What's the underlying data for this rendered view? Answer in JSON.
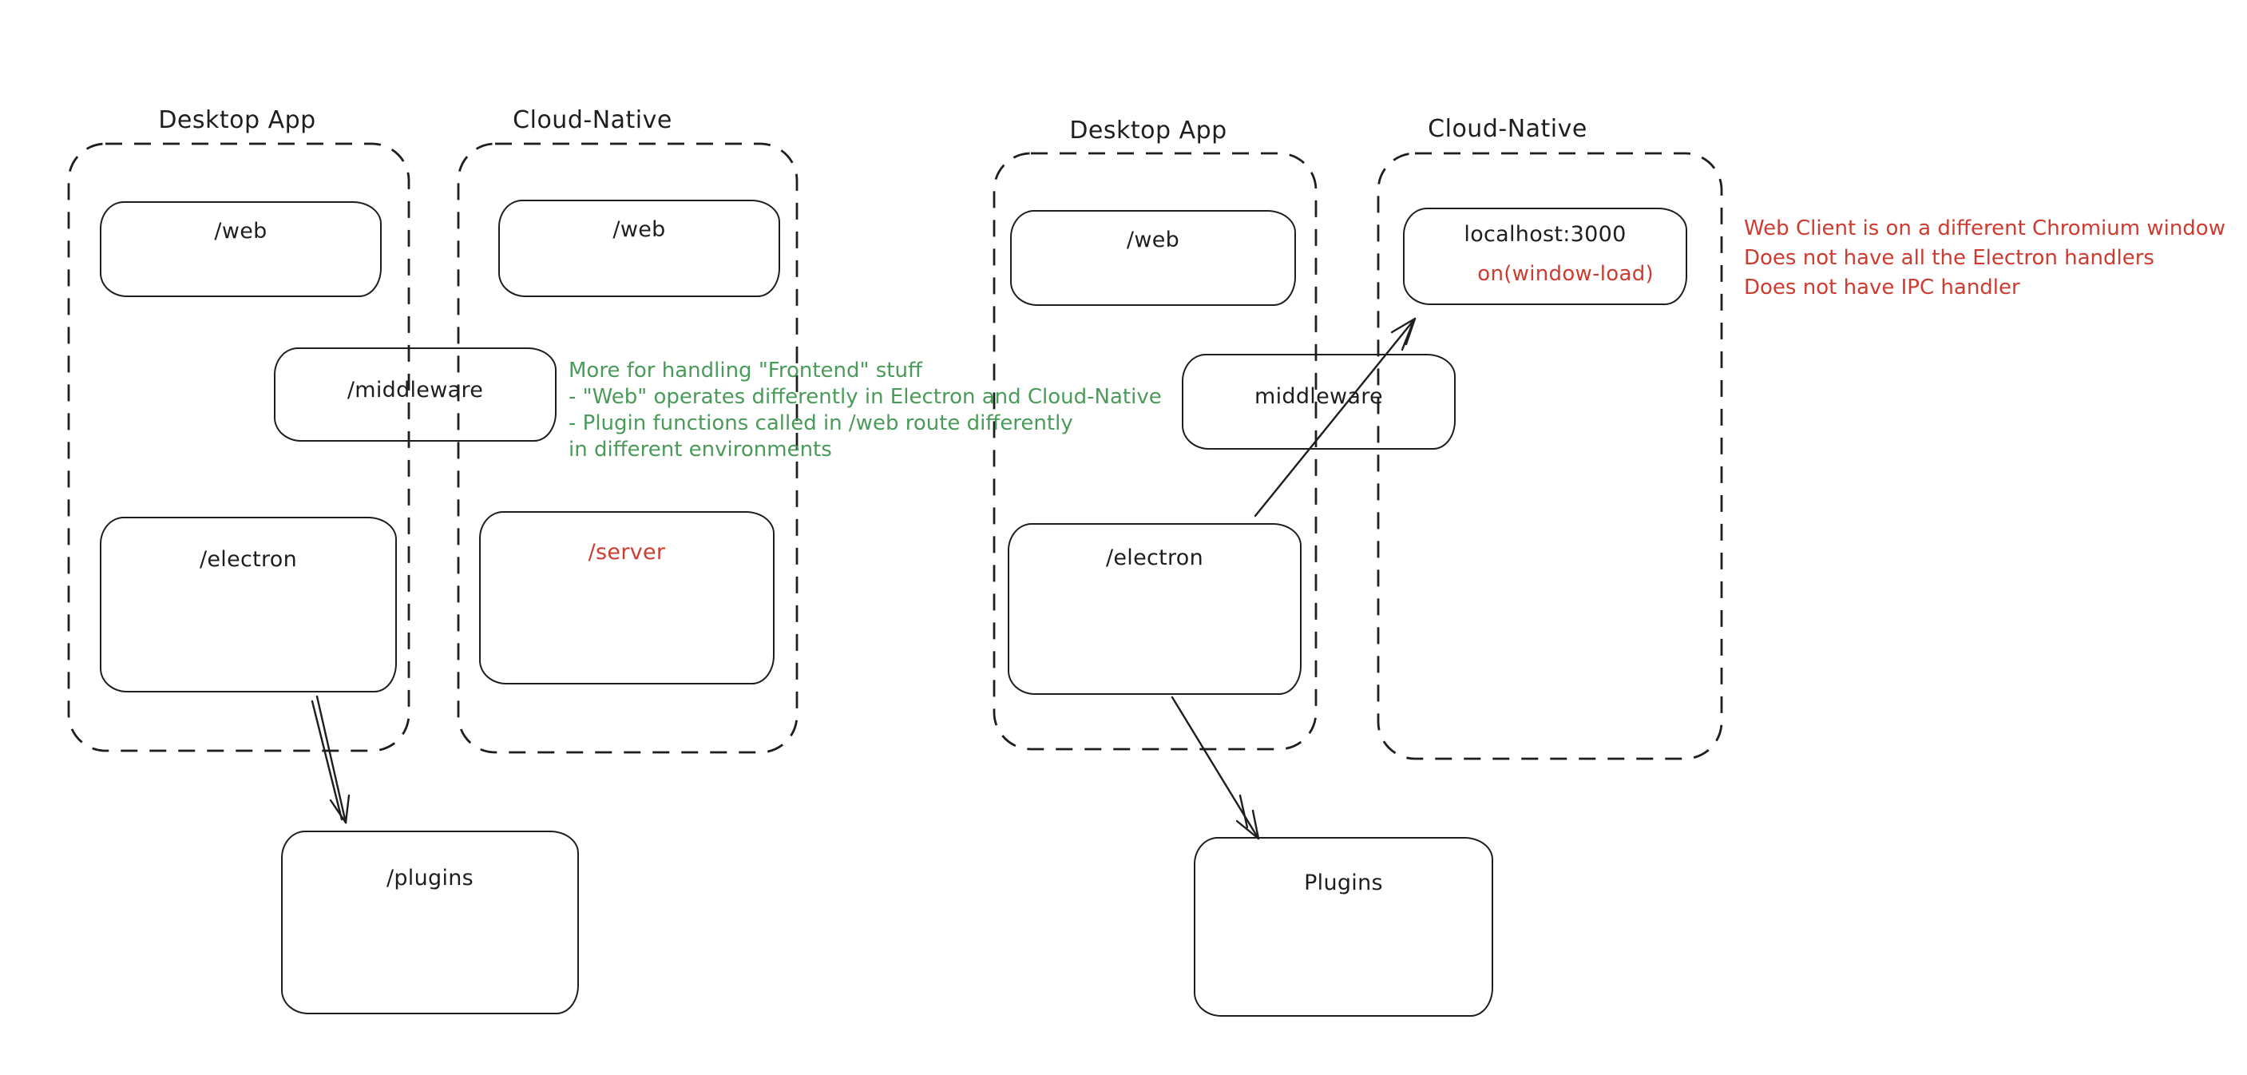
{
  "colors": {
    "stroke": "#1e1e1e",
    "red": "#cf3b30",
    "green": "#4a9b5a",
    "background": "#ffffff"
  },
  "left_diagram": {
    "desktop_label": "Desktop App",
    "cloud_label": "Cloud-Native",
    "boxes": {
      "web_desktop": "/web",
      "web_cloud": "/web",
      "middleware": "/middleware",
      "electron": "/electron",
      "server": "/server",
      "plugins": "/plugins"
    },
    "annotation": {
      "color": "#4a9b5a",
      "lines": [
        "More for handling \"Frontend\" stuff",
        "- \"Web\" operates differently in Electron and Cloud-Native",
        "- Plugin functions called in /web route differently",
        "in different environments"
      ]
    }
  },
  "right_diagram": {
    "desktop_label": "Desktop App",
    "cloud_label": "Cloud-Native",
    "boxes": {
      "web_desktop": "/web",
      "localhost": "localhost:3000",
      "localhost_event": "on(window-load)",
      "middleware": "middleware",
      "electron": "/electron",
      "plugins": "Plugins"
    },
    "annotation": {
      "color": "#cf3b30",
      "lines": [
        "Web Client is on a different Chromium window",
        "Does not have all the Electron handlers",
        "Does not have IPC handler"
      ]
    }
  }
}
